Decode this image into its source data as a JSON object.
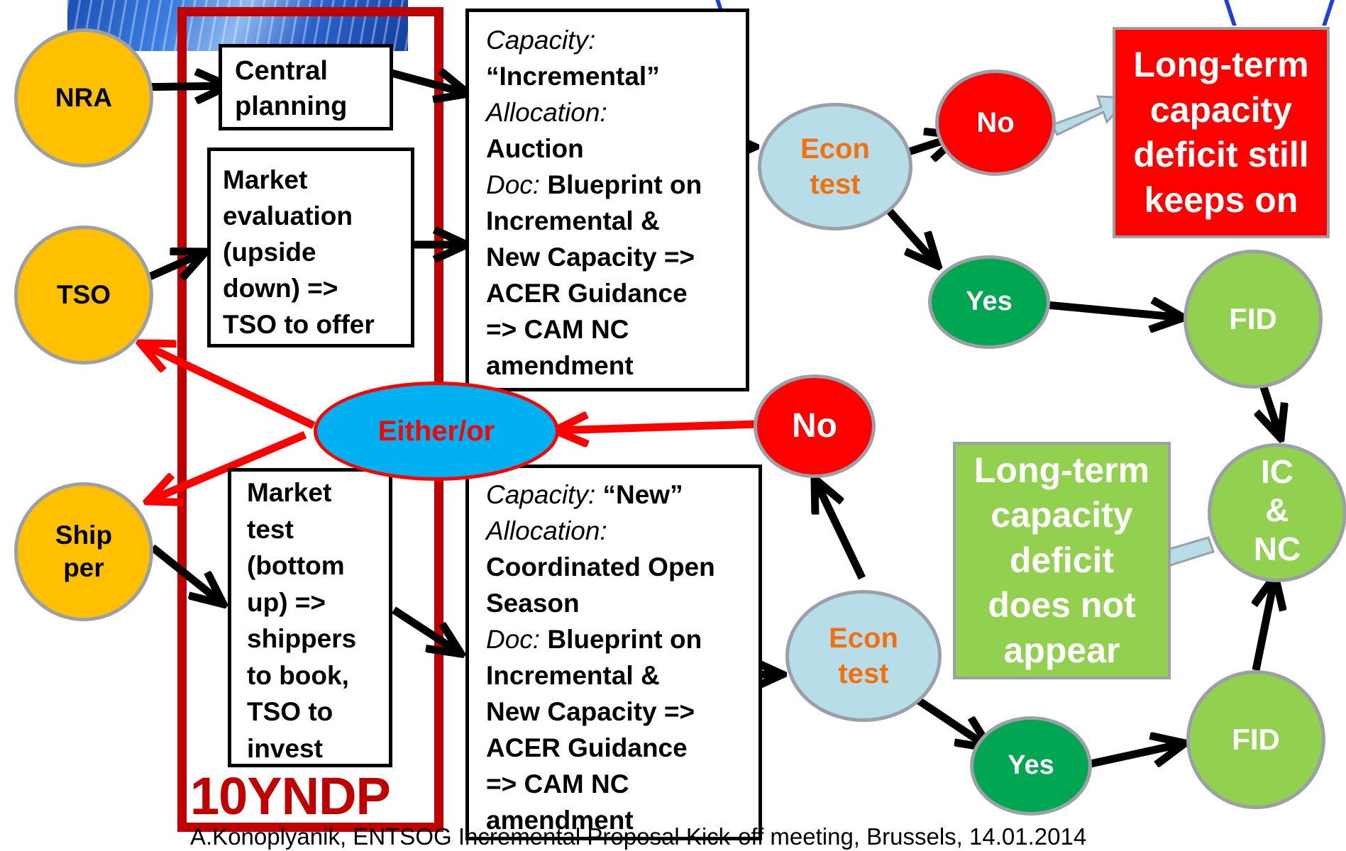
{
  "colors": {
    "actor": "#ffc000",
    "econ_test": "#b7dde8",
    "econ_text": "#f4700c",
    "no": "#ff0000",
    "yes": "#00a651",
    "fid": "#92d050",
    "deficit_red": "#ff0000",
    "deficit_green": "#92d050",
    "tyndp_frame": "#c00000",
    "either_fill": "#00b0f0",
    "either_text": "#ff0000"
  },
  "actors": {
    "nra": "NRA",
    "tso": "TSO",
    "shipper_line1": "Ship",
    "shipper_line2": "per"
  },
  "frame_label": "10YNDP",
  "central_planning": {
    "line1": "Central",
    "line2": "planning"
  },
  "market_evaluation": {
    "lines": [
      "Market",
      "evaluation",
      "(upside",
      "down) =>",
      "TSO to offer"
    ]
  },
  "market_test": {
    "lines": [
      "Market",
      "test",
      "(bottom",
      "up) =>",
      "shippers",
      "to book,",
      "TSO to",
      "invest"
    ]
  },
  "incremental_box": {
    "capacity_label": "Capacity:",
    "capacity_value": "“Incremental”",
    "allocation_label": "Allocation:",
    "allocation_value": "Auction",
    "doc_label": "Doc:",
    "doc_line1": " Blueprint on",
    "doc_lines": [
      "Incremental &",
      "New Capacity =>",
      "ACER Guidance",
      "=> CAM NC",
      "amendment"
    ]
  },
  "new_box": {
    "capacity_label": "Capacity:",
    "capacity_value": " “New”",
    "allocation_label": "Allocation:",
    "allocation_lines": [
      "Coordinated Open",
      "Season"
    ],
    "doc_label": "Doc:",
    "doc_line1": " Blueprint on",
    "doc_lines": [
      "Incremental &",
      "New Capacity =>",
      "ACER Guidance",
      "=> CAM NC",
      "amendment"
    ]
  },
  "econ_test": {
    "line1": "Econ",
    "line2": "test"
  },
  "no_label": "No",
  "yes_label": "Yes",
  "fid_label": "FID",
  "either_or": "Either/or",
  "ic_nc": {
    "line1": "IC",
    "line2": "&",
    "line3": "NC"
  },
  "deficit_keeps": {
    "lines": [
      "Long-term",
      "capacity",
      "deficit still",
      "keeps on"
    ]
  },
  "deficit_not": {
    "lines": [
      "Long-term",
      "capacity",
      "deficit",
      "does not",
      "appear"
    ]
  },
  "footer": "A.Konoplyanik, ENTSOG Incremental Proposal Kick-off meeting, Brussels, 14.01.2014"
}
